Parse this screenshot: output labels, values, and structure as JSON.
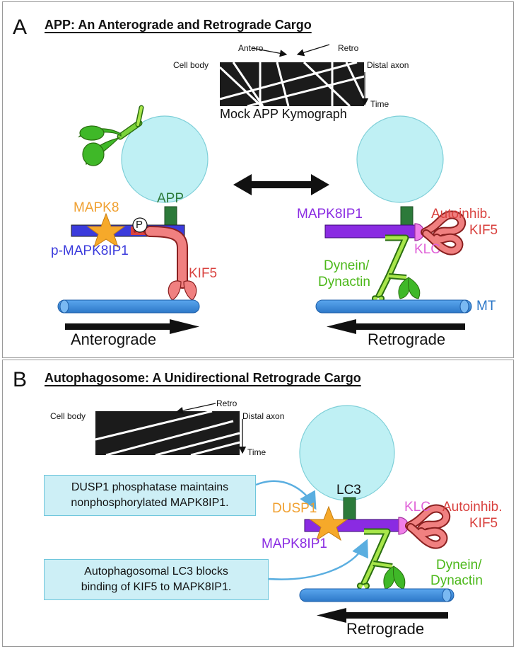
{
  "panel_a": {
    "letter": "A",
    "title": "APP: An Anterograde and Retrograde Cargo",
    "kymograph": {
      "antero": "Antero",
      "retro": "Retro",
      "cell_body": "Cell body",
      "distal_axon": "Distal axon",
      "time": "Time",
      "caption": "Mock APP Kymograph"
    },
    "left": {
      "app": "APP",
      "mapk8": "MAPK8",
      "phospho": "P",
      "p_mapk8ip1": "p-MAPK8IP1",
      "kif5": "KIF5",
      "direction": "Anterograde"
    },
    "right": {
      "mapk8ip1": "MAPK8IP1",
      "autoinhib_line1": "Autoinhib.",
      "autoinhib_line2": "KIF5",
      "klc": "KLC",
      "dynein_line1": "Dynein/",
      "dynein_line2": "Dynactin",
      "mt": "MT",
      "direction": "Retrograde"
    }
  },
  "panel_b": {
    "letter": "B",
    "title": "Autophagosome: A Unidirectional Retrograde Cargo",
    "kymograph": {
      "retro": "Retro",
      "cell_body": "Cell body",
      "distal_axon": "Distal axon",
      "time": "Time"
    },
    "note1_line1": "DUSP1 phosphatase maintains",
    "note1_line2": "nonphosphorylated MAPK8IP1.",
    "note2_line1": "Autophagosomal LC3 blocks",
    "note2_line2": "binding of KIF5 to MAPK8IP1.",
    "lc3": "LC3",
    "dusp1": "DUSP1",
    "klc": "KLC",
    "autoinhib_line1": "Autoinhib.",
    "autoinhib_line2": "KIF5",
    "mapk8ip1": "MAPK8IP1",
    "dynein_line1": "Dynein/",
    "dynein_line2": "Dynactin",
    "direction": "Retrograde"
  },
  "colors": {
    "vesicle": "#bff0f4",
    "microtubule": "#3d8fe0",
    "app_green": "#2c7a3a",
    "mapk8ip1_purple": "#8a2be2",
    "p_mapk8ip1_blue": "#3b3bdc",
    "kif5_red": "#d9423f",
    "klc_pink": "#e060d8",
    "dynein_green": "#6dd12a",
    "mapk8_orange": "#f0a030",
    "note_box": "#cdeff6"
  }
}
